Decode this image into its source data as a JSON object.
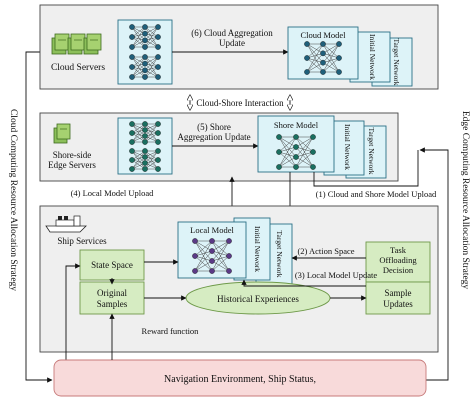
{
  "cloud": {
    "servers_label": "Cloud Servers",
    "aggregation_line1": "(6) Cloud Aggregation",
    "aggregation_line2": "Update",
    "model_title": "Cloud Model",
    "initial_network": "Initial Network",
    "target_network": "Target Network"
  },
  "interaction_label": "Cloud-Shore Interaction",
  "shore": {
    "servers_line1": "Shore-side",
    "servers_line2": "Edge Servers",
    "aggregation_line1": "(5) Shore",
    "aggregation_line2": "Aggregation Update",
    "model_title": "Shore Model",
    "initial_network": "Initial Network",
    "target_network": "Target Network"
  },
  "links": {
    "local_upload": "(4) Local Model Upload",
    "cloud_shore_upload": "(1) Cloud and Shore Model Upload",
    "action_space": "(2) Action Space",
    "local_update": "(3) Local Model Update",
    "reward_function": "Reward function"
  },
  "ship": {
    "services_label": "Ship Services",
    "local_model_title": "Local Model",
    "initial_network": "Initial Network",
    "target_network": "Target Network",
    "state_space": "State Space",
    "original_samples_line1": "Original",
    "original_samples_line2": "Samples",
    "historical_experiences": "Historical Experiences",
    "task_line1": "Task",
    "task_line2": "Offloading",
    "task_line3": "Decision",
    "sample_updates_line1": "Sample",
    "sample_updates_line2": "Updates"
  },
  "environment_label": "Navigation Environment, Ship Status,",
  "side_labels": {
    "left": "Cloud Computing Resource Allocation Strategy",
    "right": "Edge Computing Resource Allocation Strategy"
  },
  "colors": {
    "panel_fill": "#efefef",
    "network_fill": "#ddf3f8",
    "network_stroke": "#2b6f86",
    "green_box": "#d6ecc2",
    "green_box_stroke": "#6f9a4a",
    "environment_fill": "#f8dada",
    "environment_stroke": "#c77a7a",
    "cloud_node": "#1f5f7a",
    "shore_node": "#1a6f60",
    "local_node": "#5b3a86"
  }
}
